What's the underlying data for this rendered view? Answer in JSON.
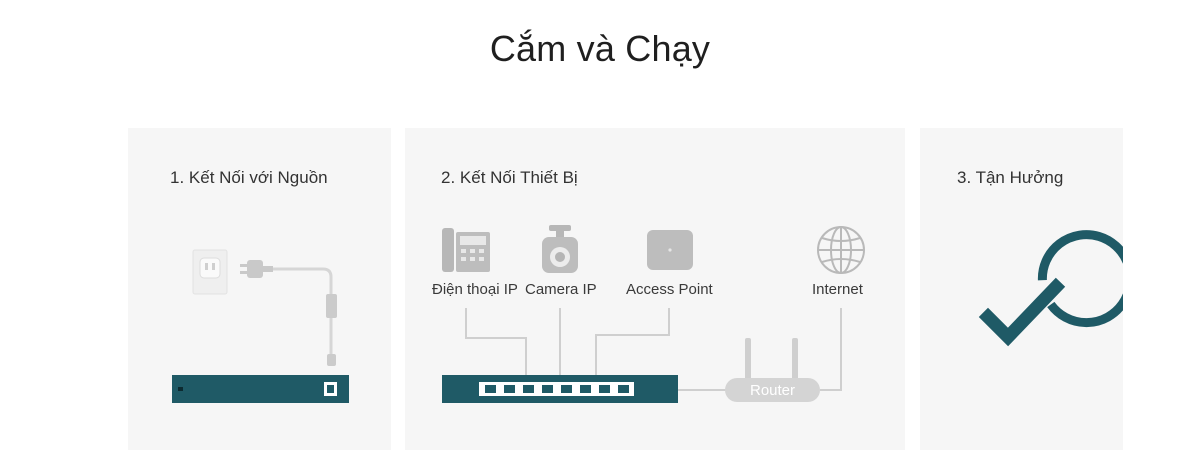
{
  "title": "Cắm và Chạy",
  "steps": [
    {
      "label": "1. Kết Nối với Nguồn"
    },
    {
      "label": "2. Kết Nối Thiết Bị"
    },
    {
      "label": "3. Tận Hưởng"
    }
  ],
  "devices": {
    "phone": "Điện thoại IP",
    "camera": "Camera IP",
    "access_point": "Access Point",
    "internet": "Internet",
    "router": "Router"
  },
  "colors": {
    "switch": "#1f5a66",
    "check": "#1f5a66",
    "line": "#cfcfcf",
    "icon": "#b9b9b9",
    "panel": "#f6f6f6"
  }
}
